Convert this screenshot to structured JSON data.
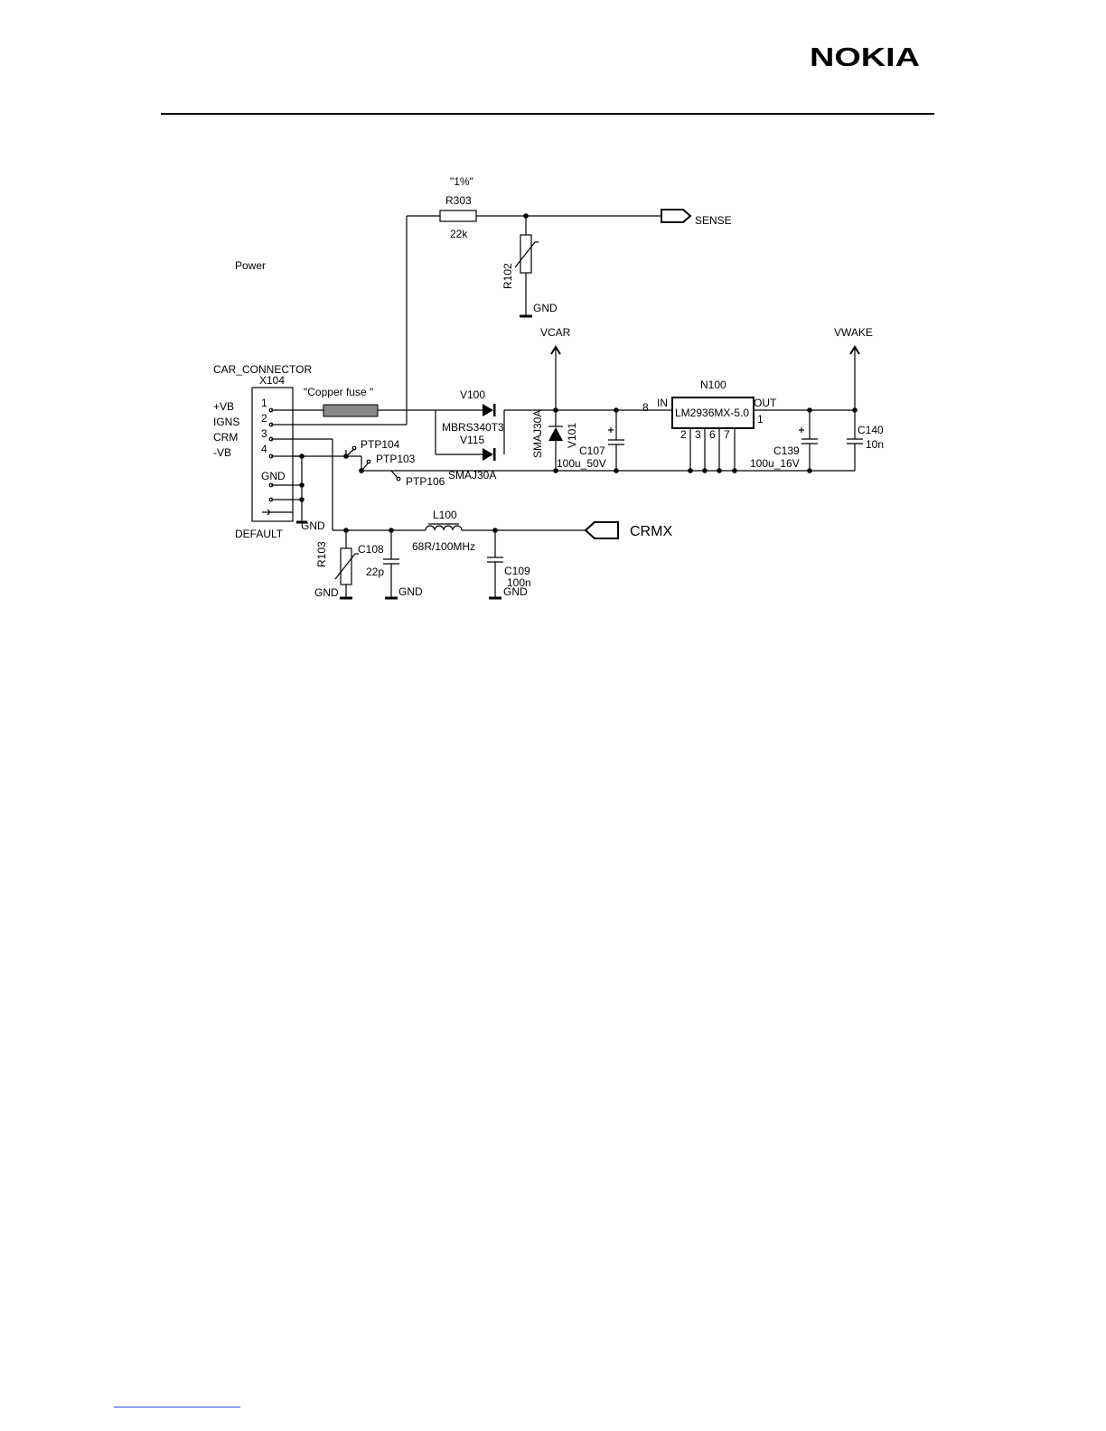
{
  "logo": {
    "text": "NOKIA"
  },
  "section": {
    "title": "Power"
  },
  "connector": {
    "name": "CAR_CONNECTOR",
    "ref": "X104",
    "pins": [
      {
        "num": "1",
        "signal": "+VB"
      },
      {
        "num": "2",
        "signal": "IGNS"
      },
      {
        "num": "3",
        "signal": "CRM"
      },
      {
        "num": "4",
        "signal": "-VB"
      }
    ],
    "gnd_label": "GND",
    "default_label": "DEFAULT",
    "gnd2_label": "GND"
  },
  "fuse": {
    "label": "\"Copper fuse \""
  },
  "test_points": {
    "ptp104": "PTP104",
    "ptp103": "PTP103",
    "ptp106": "PTP106"
  },
  "r303": {
    "tol": "\"1%\"",
    "ref": "R303",
    "value": "22k"
  },
  "r102": {
    "ref": "R102",
    "gnd": "GND"
  },
  "sense": {
    "label": "SENSE"
  },
  "vcar": {
    "label": "VCAR"
  },
  "vwake": {
    "label": "VWAKE"
  },
  "diodes": {
    "v100": "V100",
    "part": "MBRS340T3",
    "v115": "V115",
    "smaj_a": "SMAJ30A"
  },
  "v101": {
    "part": "SMAJ30A",
    "ref": "V101"
  },
  "c107": {
    "ref": "C107",
    "value": "100u_50V"
  },
  "n100": {
    "ref": "N100",
    "part": "LM2936MX-5.0",
    "in": "IN",
    "out": "OUT",
    "pin_in": "8",
    "pin_out": "1",
    "gnd_pins": [
      "2",
      "3",
      "6",
      "7"
    ]
  },
  "c139": {
    "ref": "C139",
    "value": "100u_16V"
  },
  "c140": {
    "ref": "C140",
    "value": "10n"
  },
  "l100": {
    "ref": "L100",
    "value": "68R/100MHz"
  },
  "crmx": {
    "label": "CRMX"
  },
  "r103": {
    "ref": "R103",
    "gnd": "GND"
  },
  "c108": {
    "ref": "C108",
    "value": "22p",
    "gnd": "GND"
  },
  "c109": {
    "ref": "C109",
    "value": "100n",
    "gnd": "GND"
  }
}
